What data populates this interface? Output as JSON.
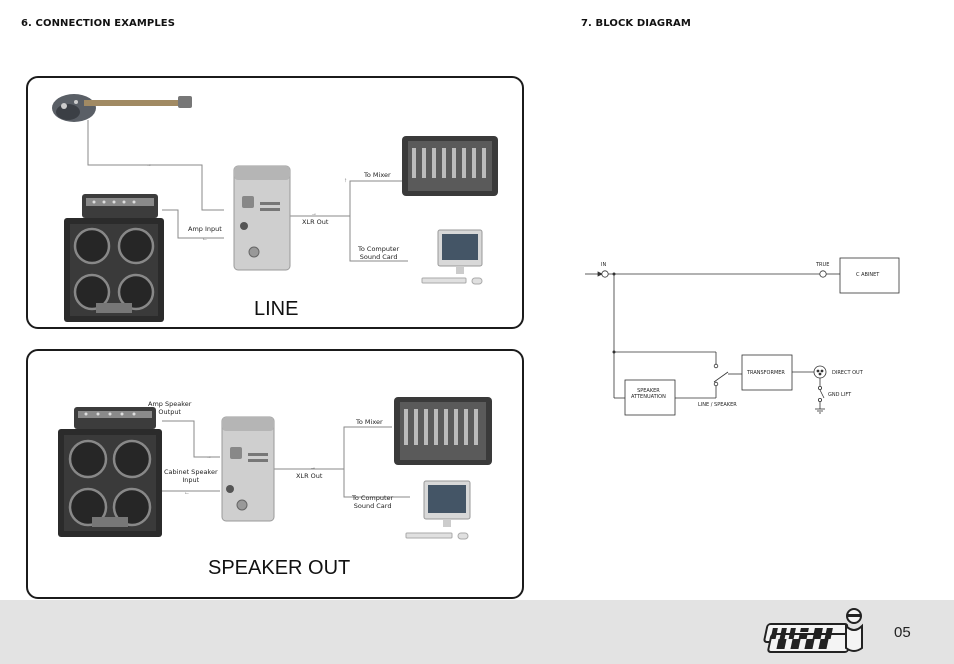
{
  "headings": {
    "left": "6. CONNECTION EXAMPLES",
    "right": "7. BLOCK DIAGRAM"
  },
  "line_panel": {
    "title": "LINE",
    "amp_input": "Amp Input",
    "xlr_out": "XLR Out",
    "to_mixer": "To Mixer",
    "to_computer": "To Computer\nSound Card"
  },
  "speaker_panel": {
    "title": "SPEAKER OUT",
    "amp_speaker_output": "Amp Speaker\nOutput",
    "cabinet_speaker_input": "Cabinet Speaker\nInput",
    "xlr_out": "XLR Out",
    "to_mixer": "To Mixer",
    "to_computer": "To Computer\nSound Card"
  },
  "block_diagram": {
    "in": "IN",
    "true": "TRUE",
    "cabinet": "C ABINET",
    "transformer": "TRANSFORMER",
    "direct_out": "DIRECT OUT",
    "gnd_lift": "GND LIFT",
    "speaker_attenuation": "SPEAKER\nATTENUATION",
    "line_speaker": "LINE / SPEAKER"
  },
  "footer": {
    "page_number": "05",
    "logo_icon": "markbass-logo-icon"
  }
}
